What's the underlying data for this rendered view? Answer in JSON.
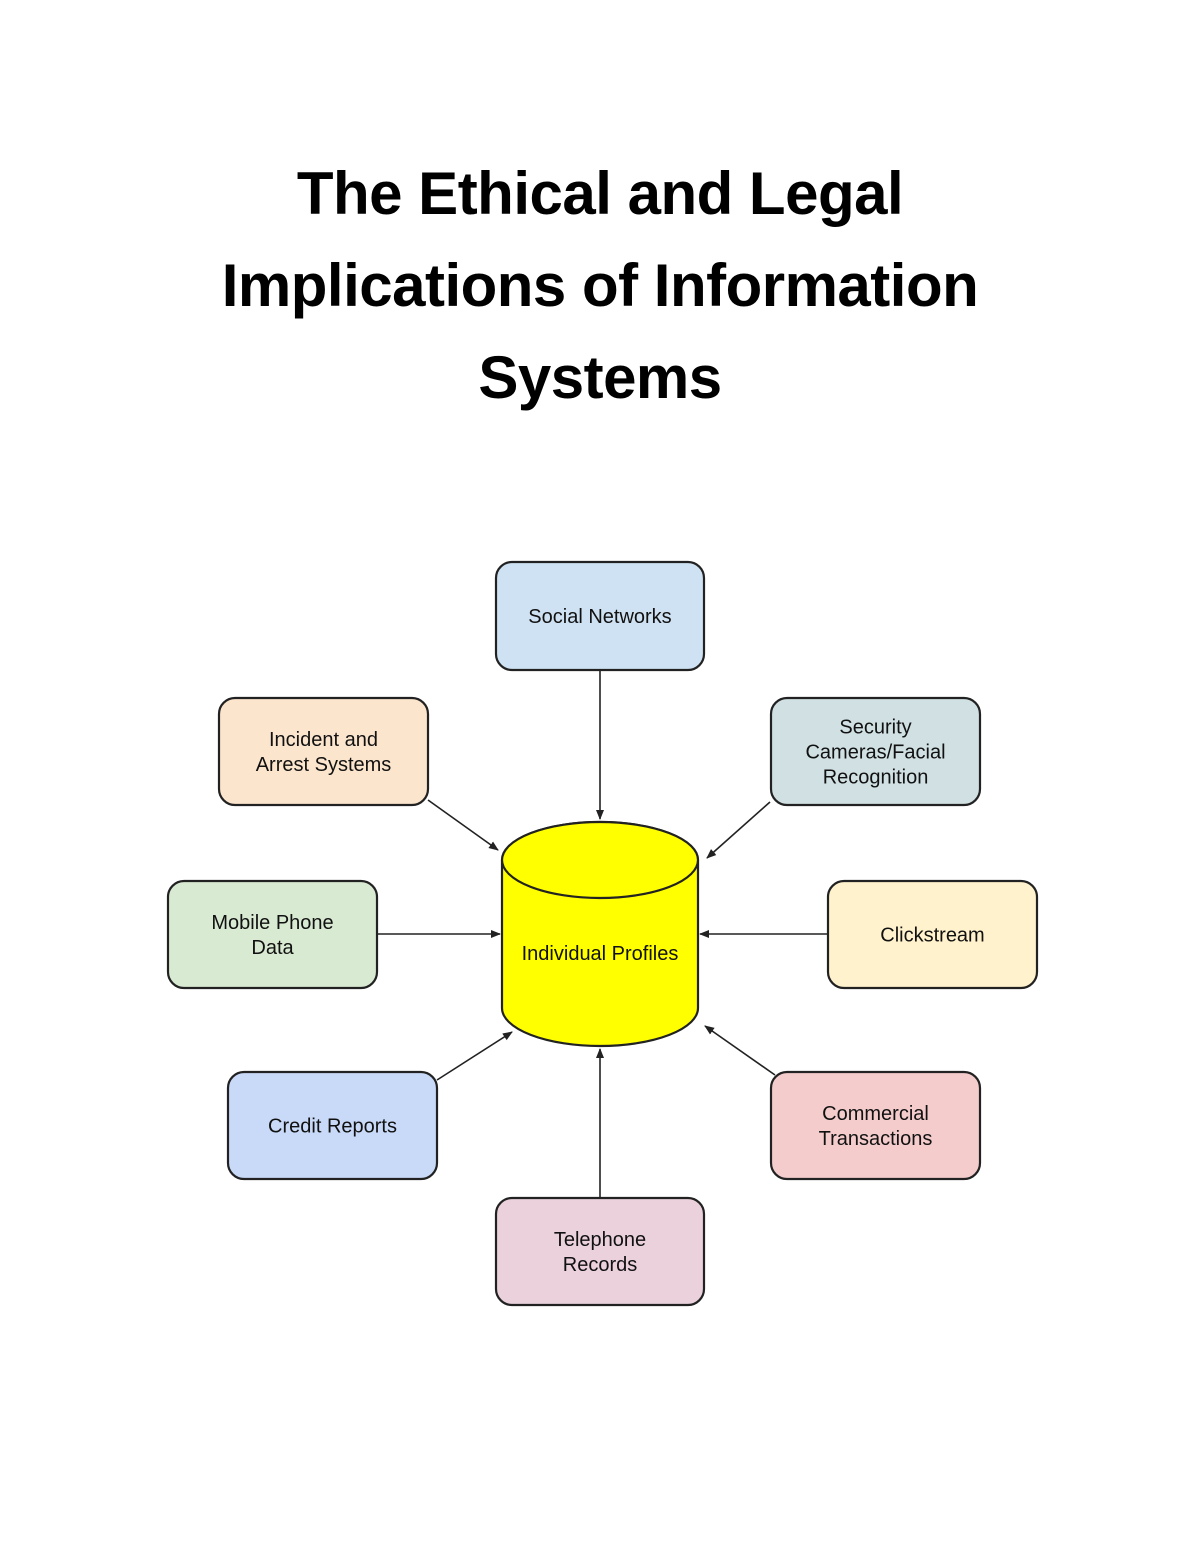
{
  "title": {
    "lines": [
      "The Ethical and Legal",
      "Implications of Information",
      "Systems"
    ]
  },
  "diagram": {
    "center": {
      "label": "Individual Profiles",
      "color": "#ffff00"
    },
    "nodes": [
      {
        "id": "social-networks",
        "lines": [
          "Social Networks"
        ],
        "color": "#cfe2f3"
      },
      {
        "id": "incident-arrest",
        "lines": [
          "Incident and",
          "Arrest Systems"
        ],
        "color": "#fce5cd"
      },
      {
        "id": "security-cameras",
        "lines": [
          "Security",
          "Cameras/Facial",
          "Recognition"
        ],
        "color": "#d0e0e3"
      },
      {
        "id": "mobile-phone",
        "lines": [
          "Mobile Phone",
          "Data"
        ],
        "color": "#d9ead3"
      },
      {
        "id": "clickstream",
        "lines": [
          "Clickstream"
        ],
        "color": "#fff2cc"
      },
      {
        "id": "credit-reports",
        "lines": [
          "Credit Reports"
        ],
        "color": "#c9daf8"
      },
      {
        "id": "commercial-transactions",
        "lines": [
          "Commercial",
          "Transactions"
        ],
        "color": "#f4cccc"
      },
      {
        "id": "telephone-records",
        "lines": [
          "Telephone",
          "Records"
        ],
        "color": "#ead1dc"
      }
    ]
  }
}
